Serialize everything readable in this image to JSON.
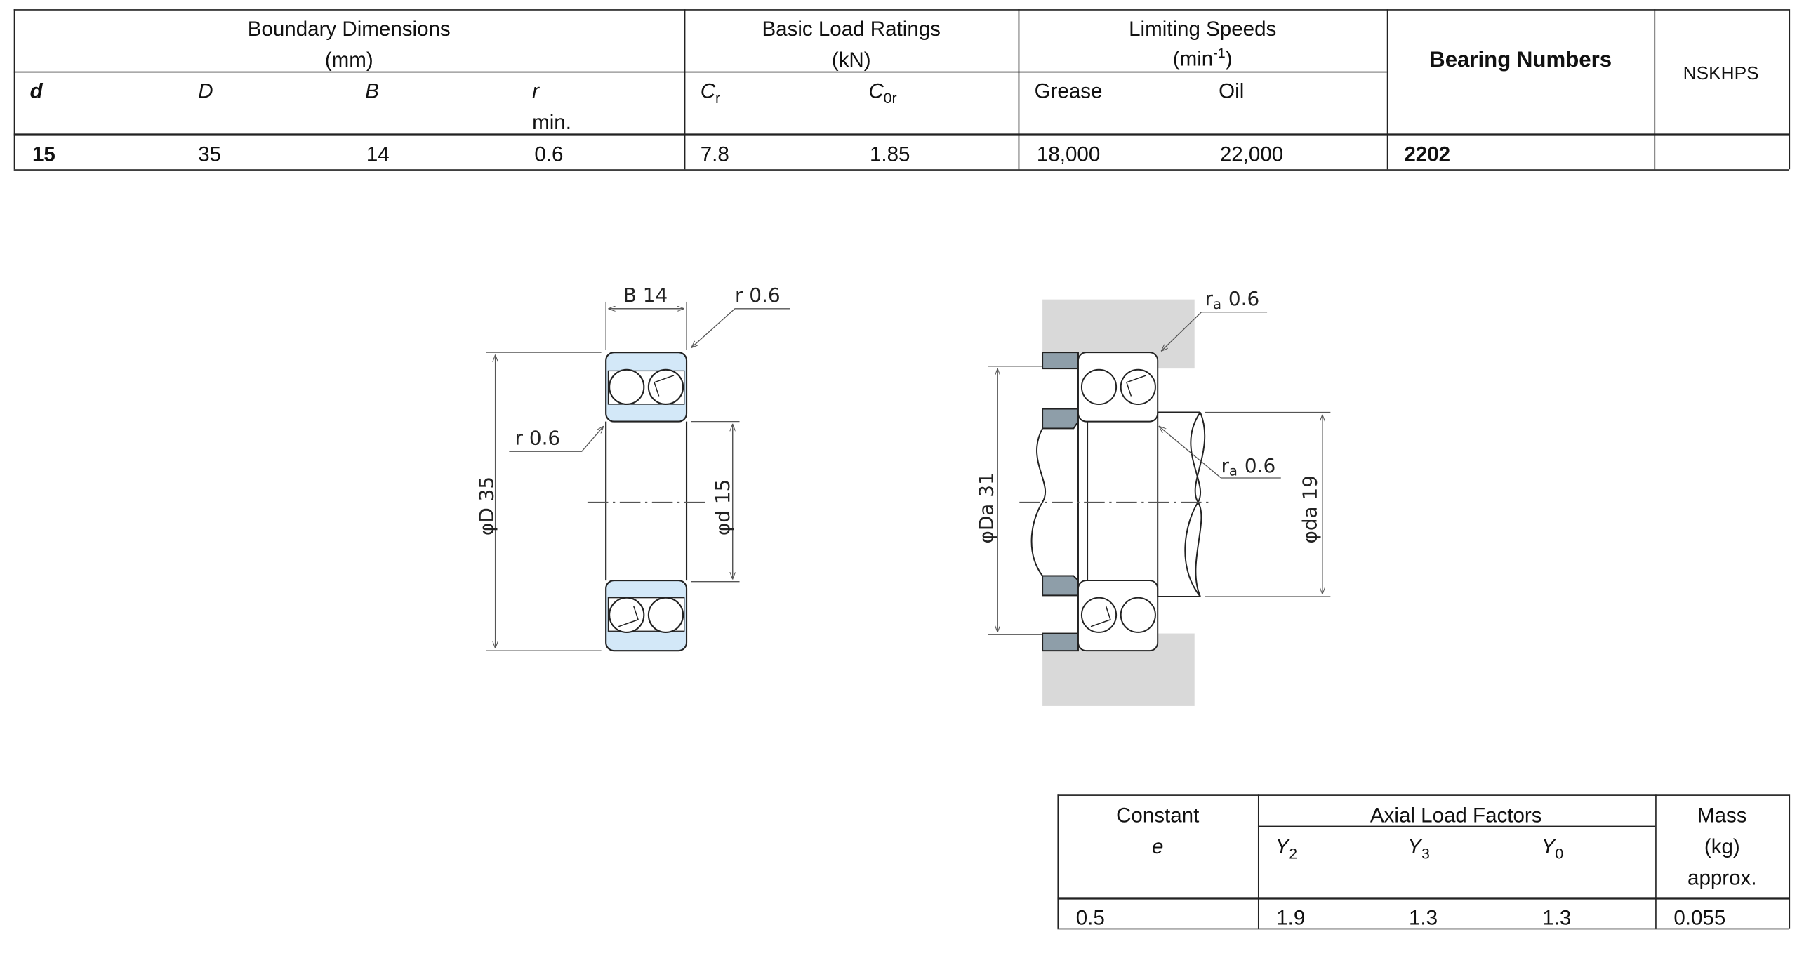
{
  "spec_table": {
    "groups": {
      "boundary": {
        "title": "Boundary Dimensions",
        "unit": "(mm)"
      },
      "load": {
        "title": "Basic Load Ratings",
        "unit": "(kN)"
      },
      "speed": {
        "title": "Limiting Speeds",
        "unit": "(min",
        "unit_sup": "-1",
        "unit_close": ")"
      },
      "bearing_numbers": "Bearing Numbers",
      "brand": "NSKHPS"
    },
    "columns": {
      "d": "d",
      "D": "D",
      "B": "B",
      "r": "r",
      "r_min": "min.",
      "Cr": "C",
      "Cr_sub": "r",
      "C0r": "C",
      "C0r_sub": "0r",
      "grease": "Grease",
      "oil": "Oil"
    },
    "row": {
      "d": "15",
      "D": "35",
      "B": "14",
      "r": "0.6",
      "Cr": "7.8",
      "C0r": "1.85",
      "grease": "18,000",
      "oil": "22,000",
      "bearing_number": "2202",
      "brand": ""
    }
  },
  "drawing_bearing": {
    "B": "B 14",
    "r_top": "r  0.6",
    "r_left": "r  0.6",
    "D": "φD  35",
    "d": "φd  15"
  },
  "drawing_mounting": {
    "ra_top": "r",
    "ra_top_sub": "a",
    "ra_top_val": "0.6",
    "ra_mid": "r",
    "ra_mid_sub": "a",
    "ra_mid_val": "0.6",
    "Da": "φDa  31",
    "da": "φda  19"
  },
  "factor_table": {
    "constant": "Constant",
    "e": "e",
    "axial": "Axial Load Factors",
    "Y2": "Y",
    "Y2_sub": "2",
    "Y3": "Y",
    "Y3_sub": "3",
    "Y0": "Y",
    "Y0_sub": "0",
    "mass": "Mass",
    "mass_unit": "(kg)",
    "mass_approx": "approx.",
    "row": {
      "e": "0.5",
      "Y2": "1.9",
      "Y3": "1.3",
      "Y0": "1.3",
      "mass": "0.055"
    }
  },
  "colors": {
    "ring_fill": "#d3e8f8",
    "housing": "#d9d9d9",
    "shoulder": "#8e9ea9"
  }
}
